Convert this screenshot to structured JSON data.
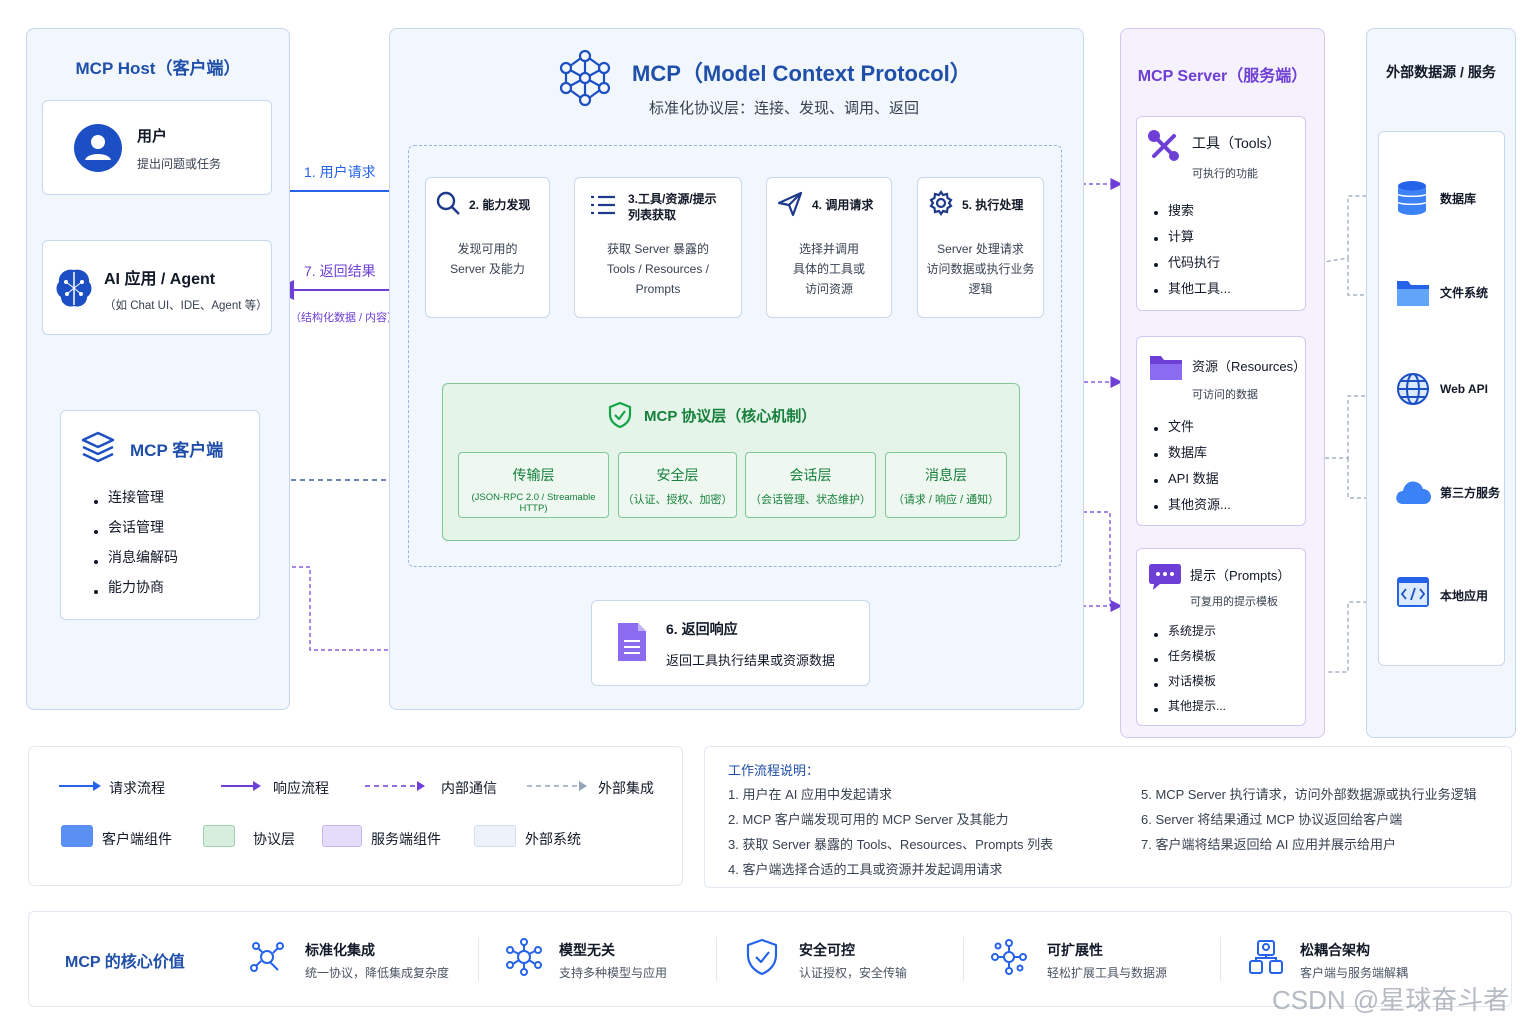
{
  "host": {
    "title": "MCP Host（客户端）",
    "user": {
      "title": "用户",
      "desc": "提出问题或任务"
    },
    "agent": {
      "title": "AI 应用 / Agent",
      "desc": "（如 Chat UI、IDE、Agent 等）"
    },
    "client": {
      "title": "MCP 客户端",
      "items": [
        "连接管理",
        "会话管理",
        "消息编解码",
        "能力协商"
      ]
    }
  },
  "arrows": {
    "request": "1. 用户请求",
    "return": "7. 返回结果",
    "return_sub": "（结构化数据 / 内容）"
  },
  "mcp": {
    "title": "MCP（Model Context Protocol）",
    "subtitle": "标准化协议层：连接、发现、调用、返回",
    "steps": [
      {
        "title": "2. 能力发现",
        "desc": [
          "发现可用的",
          "Server 及能力"
        ]
      },
      {
        "title": "3.工具/资源/提示",
        "title2": "列表获取",
        "desc": [
          "获取 Server 暴露的",
          "Tools / Resources /",
          "Prompts"
        ]
      },
      {
        "title": "4. 调用请求",
        "desc": [
          "选择并调用",
          "具体的工具或",
          "访问资源"
        ]
      },
      {
        "title": "5. 执行处理",
        "desc": [
          "Server 处理请求",
          "访问数据或执行业务",
          "逻辑"
        ]
      }
    ],
    "protocol": {
      "title": "MCP 协议层（核心机制）",
      "layers": [
        {
          "name": "传输层",
          "desc": "(JSON-RPC 2.0 / Streamable HTTP)"
        },
        {
          "name": "安全层",
          "desc": "（认证、授权、加密）"
        },
        {
          "name": "会话层",
          "desc": "（会话管理、状态维护）"
        },
        {
          "name": "消息层",
          "desc": "（请求 / 响应 / 通知）"
        }
      ]
    },
    "response": {
      "title": "6. 返回响应",
      "desc": "返回工具执行结果或资源数据"
    }
  },
  "server": {
    "title": "MCP Server（服务端）",
    "tools": {
      "title": "工具（Tools）",
      "sub": "可执行的功能",
      "items": [
        "搜索",
        "计算",
        "代码执行",
        "其他工具..."
      ]
    },
    "resources": {
      "title": "资源（Resources）",
      "sub": "可访问的数据",
      "items": [
        "文件",
        "数据库",
        "API 数据",
        "其他资源..."
      ]
    },
    "prompts": {
      "title": "提示（Prompts）",
      "sub": "可复用的提示模板",
      "items": [
        "系统提示",
        "任务模板",
        "对话模板",
        "其他提示..."
      ]
    }
  },
  "external": {
    "title": "外部数据源 / 服务",
    "items": [
      "数据库",
      "文件系统",
      "Web API",
      "第三方服务",
      "本地应用"
    ]
  },
  "legend": {
    "lines": [
      "请求流程",
      "响应流程",
      "内部通信",
      "外部集成"
    ],
    "swatches": [
      "客户端组件",
      "协议层",
      "服务端组件",
      "外部系统"
    ]
  },
  "workflow": {
    "title": "工作流程说明：",
    "left": [
      "1. 用户在 AI 应用中发起请求",
      "2. MCP 客户端发现可用的 MCP Server 及其能力",
      "3. 获取 Server 暴露的 Tools、Resources、Prompts 列表",
      "4. 客户端选择合适的工具或资源并发起调用请求"
    ],
    "right": [
      "5. MCP Server 执行请求，访问外部数据源或执行业务逻辑",
      "6. Server 将结果通过 MCP 协议返回给客户端",
      "7. 客户端将结果返回给 AI 应用并展示给用户"
    ]
  },
  "values": {
    "title": "MCP 的核心价值",
    "items": [
      {
        "title": "标准化集成",
        "desc": "统一协议，降低集成复杂度"
      },
      {
        "title": "模型无关",
        "desc": "支持多种模型与应用"
      },
      {
        "title": "安全可控",
        "desc": "认证授权，安全传输"
      },
      {
        "title": "可扩展性",
        "desc": "轻松扩展工具与数据源"
      },
      {
        "title": "松耦合架构",
        "desc": "客户端与服务端解耦"
      }
    ]
  },
  "watermark": "CSDN @星球奋斗者",
  "colors": {
    "request": "#2563eb",
    "response": "#6d3fd6",
    "protocol": "#16a34a",
    "server": "#7c3aed",
    "host": "#1f4fa8"
  }
}
